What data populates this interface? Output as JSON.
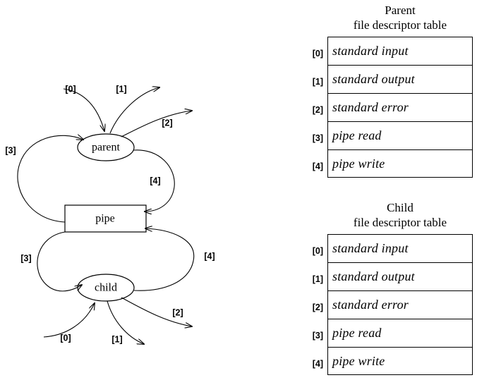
{
  "diagram": {
    "nodes": [
      {
        "id": "parent",
        "label": "parent"
      },
      {
        "id": "pipe",
        "label": "pipe"
      },
      {
        "id": "child",
        "label": "child"
      }
    ],
    "parent_edges": {
      "fd0_in": "[0]",
      "fd1_out": "[1]",
      "fd2_out": "[2]",
      "fd3_pipe_read": "[3]",
      "fd4_pipe_write": "[4]"
    },
    "child_edges": {
      "fd0_in": "[0]",
      "fd1_out": "[1]",
      "fd2_out": "[2]",
      "fd3_pipe_read": "[3]",
      "fd4_pipe_write": "[4]"
    }
  },
  "tables": [
    {
      "id": "parent",
      "heading_line1": "Parent",
      "heading_line2": "file descriptor table",
      "rows": [
        {
          "index": "[0]",
          "value": "standard input"
        },
        {
          "index": "[1]",
          "value": "standard output"
        },
        {
          "index": "[2]",
          "value": "standard error"
        },
        {
          "index": "[3]",
          "value": "pipe read"
        },
        {
          "index": "[4]",
          "value": "pipe write"
        }
      ]
    },
    {
      "id": "child",
      "heading_line1": "Child",
      "heading_line2": "file descriptor table",
      "rows": [
        {
          "index": "[0]",
          "value": "standard input"
        },
        {
          "index": "[1]",
          "value": "standard output"
        },
        {
          "index": "[2]",
          "value": "standard error"
        },
        {
          "index": "[3]",
          "value": "pipe read"
        },
        {
          "index": "[4]",
          "value": "pipe write"
        }
      ]
    }
  ],
  "colors": {
    "ink": "#000000",
    "paper": "#ffffff"
  }
}
